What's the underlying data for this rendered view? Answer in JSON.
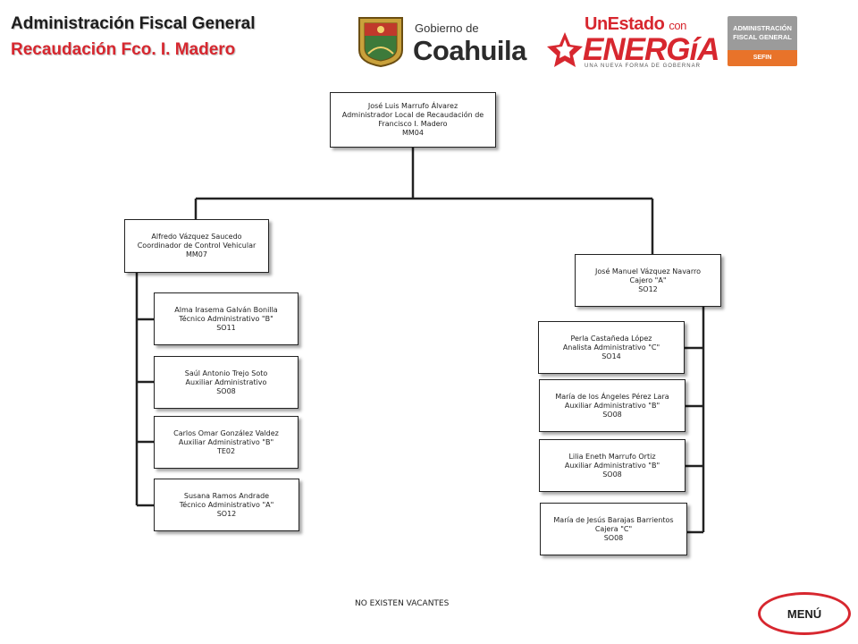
{
  "header": {
    "title": "Administración Fiscal General",
    "subtitle": "Recaudación Fco. I. Madero"
  },
  "logos": {
    "gobierno_small": "Gobierno de",
    "gobierno_big": "Coahuila",
    "energia_un": "Un",
    "energia_estado": "Estado",
    "energia_con": "con",
    "energia_big": "ENERGíA",
    "energia_tagline": "UNA NUEVA FORMA DE GOBERNAR",
    "afg_line1": "ADMINISTRACIÓN",
    "afg_line2": "FISCAL GENERAL",
    "afg_sefin": "SEFIN"
  },
  "org": {
    "root": {
      "name": "José Luis Marrufo Álvarez",
      "title": "Administrador  Local de Recaudación de Francisco  I. Madero",
      "title_l1": "Administrador  Local de Recaudación de",
      "title_l2": "Francisco  I. Madero",
      "code": "MM04"
    },
    "left_head": {
      "name": "Alfredo  Vázquez Saucedo",
      "title": "Coordinador  de Control Vehicular",
      "code": "MM07"
    },
    "right_head": {
      "name": "José Manuel Vázquez Navarro",
      "title": "Cajero \"A\"",
      "code": "SO12"
    },
    "left_children": [
      {
        "name": "Alma Irasema Galván Bonilla",
        "title": "Técnico Administrativo  \"B\"",
        "code": "SO11"
      },
      {
        "name": "Saúl Antonio  Trejo Soto",
        "title": "Auxiliar  Administrativo",
        "code": "SO08"
      },
      {
        "name": "Carlos Omar González Valdez",
        "title": "Auxiliar  Administrativo  \"B\"",
        "code": "TE02"
      },
      {
        "name": "Susana Ramos Andrade",
        "title": "Técnico Administrativo  \"A\"",
        "code": "SO12"
      }
    ],
    "right_children": [
      {
        "name": "Perla Castañeda López",
        "title": "Analista  Administrativo  \"C\"",
        "code": "SO14"
      },
      {
        "name": "María de los Ángeles Pérez Lara",
        "title": "Auxiliar  Administrativo  \"B\"",
        "code": "SO08"
      },
      {
        "name": "Lilia Eneth Marrufo Ortiz",
        "title": "Auxiliar  Administrativo  \"B\"",
        "code": "SO08"
      },
      {
        "name": "María de Jesús Barajas Barrientos",
        "title": "Cajera  \"C\"",
        "code": "SO08"
      }
    ]
  },
  "footer": {
    "note": "NO EXISTEN  VACANTES",
    "menu_label": "MENÚ"
  },
  "colors": {
    "accent_red": "#d7272f",
    "afg_gray": "#9b9b9b",
    "afg_orange": "#e8732a",
    "line": "#222222"
  },
  "icons": {
    "seal": "coahuila-coat-of-arms-icon",
    "energia_mark": "energia-star-icon"
  }
}
